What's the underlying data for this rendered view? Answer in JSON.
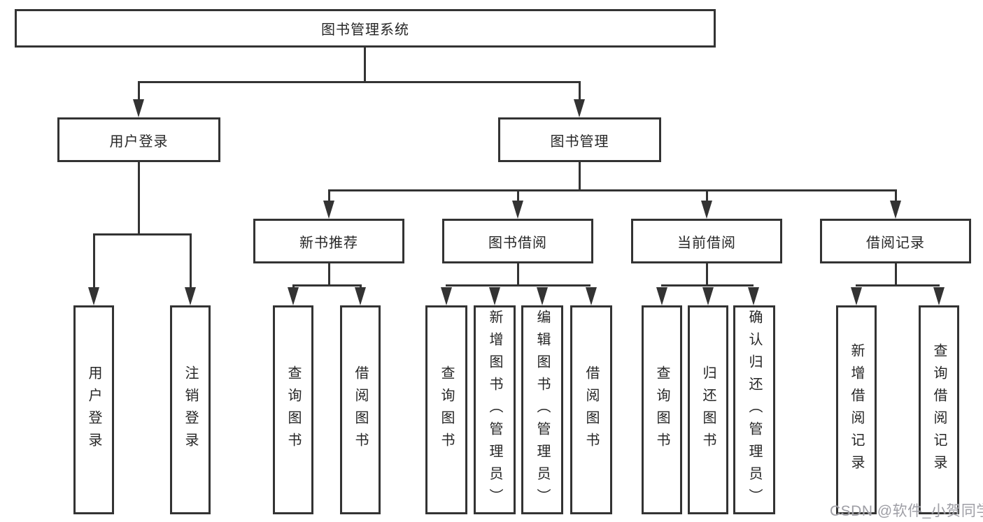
{
  "diagram": {
    "title": "图书管理系统",
    "tree": {
      "root": "图书管理系统",
      "level2": [
        {
          "label": "用户登录",
          "leaves": [
            "用户登录",
            "注销登录"
          ]
        },
        {
          "label": "图书管理",
          "groups": [
            {
              "label": "新书推荐",
              "leaves": [
                "查询图书",
                "借阅图书"
              ]
            },
            {
              "label": "图书借阅",
              "leaves": [
                "查询图书",
                "新增图书（管理员）",
                "编辑图书（管理员）",
                "借阅图书"
              ]
            },
            {
              "label": "当前借阅",
              "leaves": [
                "查询图书",
                "归还图书",
                "确认归还（管理员）"
              ]
            },
            {
              "label": "借阅记录",
              "leaves": [
                "新增借阅记录",
                "查询借阅记录"
              ]
            }
          ]
        }
      ]
    },
    "watermark": "CSDN @软件_小贺同学",
    "colors": {
      "line": "#333333",
      "text": "#262626",
      "background": "#ffffff",
      "watermark": "#7d7d87"
    }
  }
}
